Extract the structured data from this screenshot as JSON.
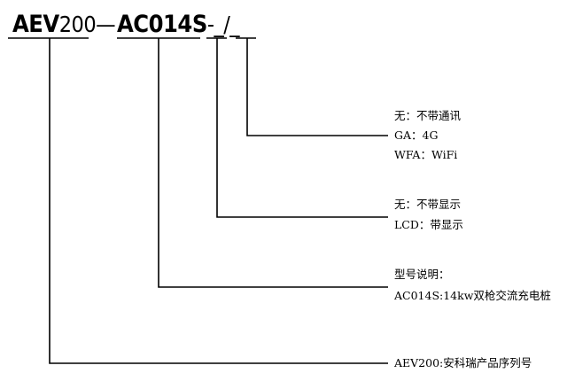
{
  "header": {
    "part_prefix": "AEV",
    "part_number": "200",
    "dash": "—",
    "model": "AC014S",
    "slot1": "-_",
    "slash": "/",
    "slot2": "_"
  },
  "descriptions": {
    "comm": [
      "无：不带通讯",
      "GA：4G",
      "WFA：WiFi"
    ],
    "display": [
      "无：不带显示",
      "LCD：带显示"
    ],
    "model": [
      "型号说明：",
      "AC014S:14kw双枪交流充电桩"
    ],
    "series": [
      "AEV200:安科瑞产品序列号"
    ]
  },
  "colors": {
    "text": "#000000",
    "line": "#000000",
    "background": "#ffffff"
  }
}
